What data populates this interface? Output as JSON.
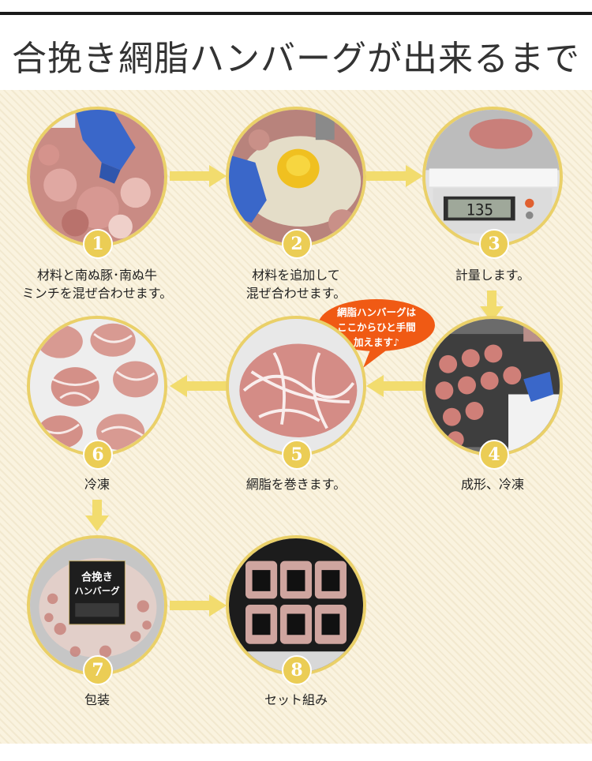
{
  "title": "合挽き網脂ハンバーグが出来るまで",
  "bubble": "網脂ハンバーグは\nここからひと手間\n加えます♪",
  "steps": [
    {
      "number": "1",
      "caption": "材料と南ぬ豚･南ぬ牛\nミンチを混ぜ合わせます。"
    },
    {
      "number": "2",
      "caption": "材料を追加して\n混ぜ合わせます。"
    },
    {
      "number": "3",
      "caption": "計量します。"
    },
    {
      "number": "4",
      "caption": "成形、冷凍"
    },
    {
      "number": "5",
      "caption": "網脂を巻きます。"
    },
    {
      "number": "6",
      "caption": "冷凍"
    },
    {
      "number": "7",
      "caption": "包装"
    },
    {
      "number": "8",
      "caption": "セット組み"
    }
  ],
  "scale_display": "135",
  "package_label": "合挽き\nハンバーグ",
  "colors": {
    "accent": "#ebcd55",
    "arrow": "#f2dc6e",
    "bubble": "#f05a14",
    "panel": "#faf3df"
  }
}
